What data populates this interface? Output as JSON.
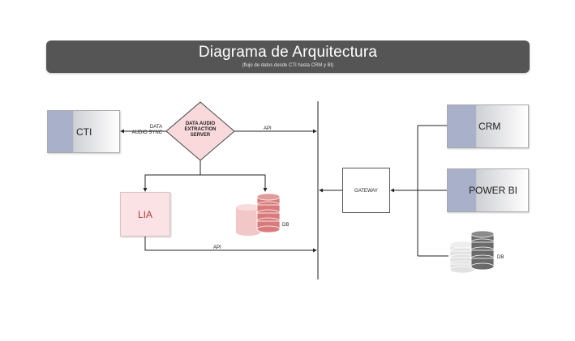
{
  "header": {
    "title": "Diagrama de Arquitectura",
    "subtitle": "(flujo de datos desde CTI hasta CRM y BI)"
  },
  "nodes": {
    "cti": "CTI",
    "server": [
      "DATA AUDIO",
      "EXTRACTION",
      "SERVER"
    ],
    "lia": "LIA",
    "db_left": "DB",
    "gateway": "GATEWAY",
    "crm": "CRM",
    "powerbi": "POWER BI",
    "db_right": "DB"
  },
  "edges": {
    "cti_label": [
      "DATA",
      "AUDIO SYNC"
    ],
    "api_top": "API",
    "api_bottom": "API"
  },
  "colors": {
    "header_bg": "#555555",
    "box_accent": "#a9b0c9",
    "db_left": "#d97b7b",
    "db_right": "#6a6a6a",
    "lia_fill": "#fbe3e5",
    "diamond_fill": "#f9d9dc"
  }
}
